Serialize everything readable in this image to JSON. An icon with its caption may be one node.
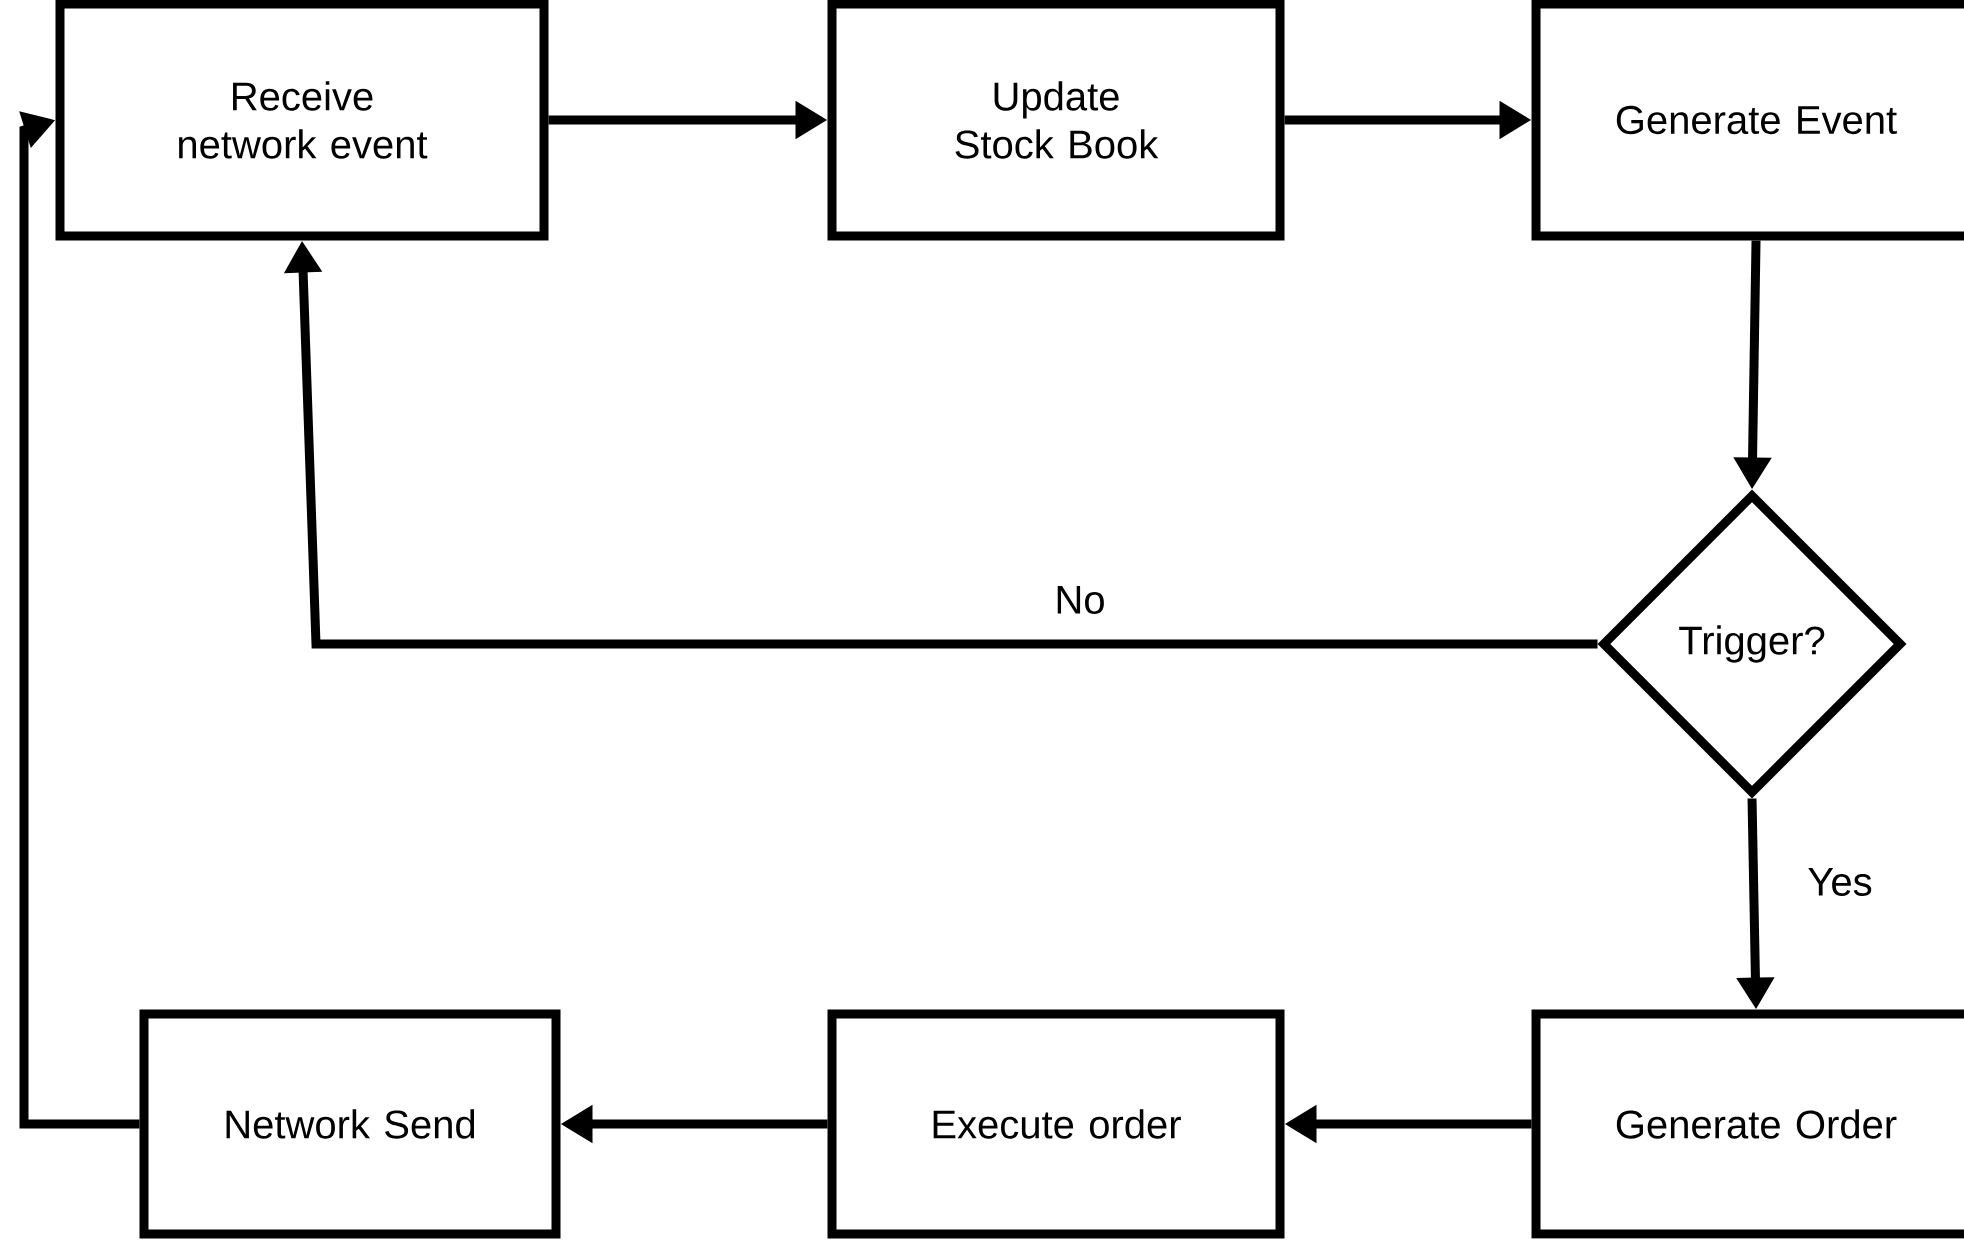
{
  "diagram": {
    "nodes": [
      {
        "text": [
          "Receive network event"
        ]
      },
      {
        "text": [
          "Update Stock Book"
        ]
      },
      {
        "text": [
          "Generate Event"
        ]
      },
      {
        "text": [
          "Trigger?"
        ]
      },
      {
        "text": [
          "Generate Order"
        ]
      },
      {
        "text": [
          "Execute order"
        ]
      },
      {
        "text": [
          "Network Send"
        ]
      }
    ],
    "edges": [
      {
        "from": 0,
        "to": 1,
        "arrow": "to"
      },
      {
        "from": 1,
        "to": 2,
        "arrow": "to"
      },
      {
        "from": 2,
        "to": 3,
        "arrow": "to"
      },
      {
        "from": 3,
        "to": 0,
        "arrow": "to",
        "label": "No"
      },
      {
        "from": 3,
        "to": 4,
        "arrow": "to",
        "label": "Yes"
      },
      {
        "from": 4,
        "to": 5,
        "arrow": "to"
      },
      {
        "from": 5,
        "to": 6,
        "arrow": "to"
      },
      {
        "from": 6,
        "to": 0,
        "arrow": "to"
      }
    ]
  }
}
